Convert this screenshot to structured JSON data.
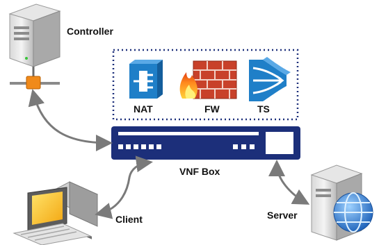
{
  "controller": {
    "label": "Controller"
  },
  "vnf_panel": {
    "functions": [
      {
        "label": "NAT",
        "icon": "nat-icon"
      },
      {
        "label": "FW",
        "icon": "firewall-icon"
      },
      {
        "label": "TS",
        "icon": "traffic-shaper-icon"
      }
    ]
  },
  "vnf_box": {
    "label": "VNF Box"
  },
  "client": {
    "label": "Client"
  },
  "server": {
    "label": "Server"
  },
  "colors": {
    "box": "#1c2f7a",
    "dotted_border": "#1c2f7a",
    "arrow": "#7a7a7a",
    "icon_blue": "#1f7fc8",
    "firewall_brick": "#d64a2c"
  }
}
